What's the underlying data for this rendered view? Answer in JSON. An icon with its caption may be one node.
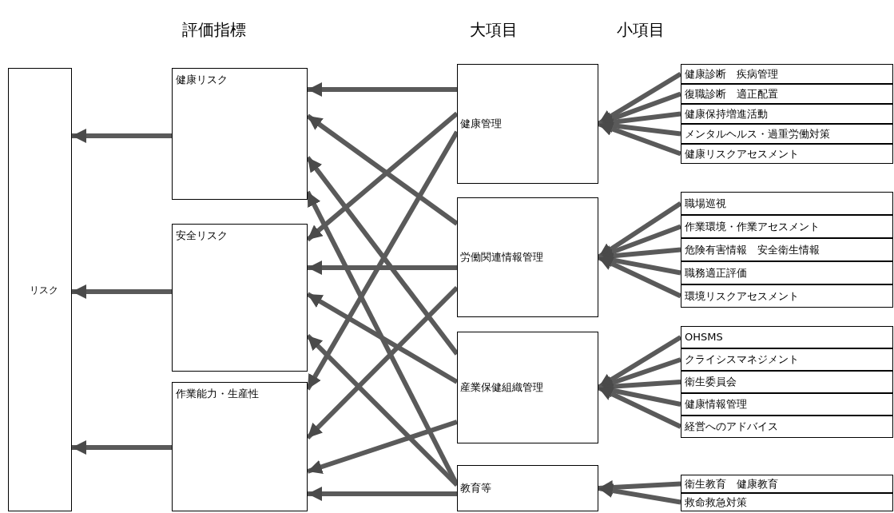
{
  "diagram": {
    "nodes": [
      {
        "text": [
          "リスク"
        ]
      },
      {
        "text": [
          "健康リスク"
        ]
      },
      {
        "text": [
          "安全リスク"
        ]
      },
      {
        "text": [
          "作業能力・生産性"
        ]
      },
      {
        "text": [
          "健康管理"
        ]
      },
      {
        "text": [
          "労働関連情報管理"
        ]
      },
      {
        "text": [
          "産業保健組織管理"
        ]
      },
      {
        "text": [
          "教育等"
        ]
      },
      {
        "text": [
          "健康診断　疾病管理"
        ]
      },
      {
        "text": [
          "復職診断　適正配置"
        ]
      },
      {
        "text": [
          "健康保持増進活動"
        ]
      },
      {
        "text": [
          "メンタルヘルス・過重労働対策"
        ]
      },
      {
        "text": [
          "健康リスクアセスメント"
        ]
      },
      {
        "text": [
          "職場巡視"
        ]
      },
      {
        "text": [
          "作業環境・作業アセスメント"
        ]
      },
      {
        "text": [
          "危険有害情報　安全衛生情報"
        ]
      },
      {
        "text": [
          "職務適正評価"
        ]
      },
      {
        "text": [
          "環境リスクアセスメント"
        ]
      },
      {
        "text": [
          "OHSMS"
        ]
      },
      {
        "text": [
          "クライシスマネジメント"
        ]
      },
      {
        "text": [
          "衛生委員会"
        ]
      },
      {
        "text": [
          "健康情報管理"
        ]
      },
      {
        "text": [
          "経営へのアドバイス"
        ]
      },
      {
        "text": [
          "衛生教育　健康教育"
        ]
      },
      {
        "text": [
          "救命救急対策"
        ]
      }
    ],
    "edges": [
      {
        "from": 1,
        "to": 0,
        "arrow": "to"
      },
      {
        "from": 2,
        "to": 0,
        "arrow": "to"
      },
      {
        "from": 3,
        "to": 0,
        "arrow": "to"
      },
      {
        "from": 4,
        "to": 1,
        "arrow": "to"
      },
      {
        "from": 4,
        "to": 2,
        "arrow": "to"
      },
      {
        "from": 4,
        "to": 3,
        "arrow": "to"
      },
      {
        "from": 5,
        "to": 1,
        "arrow": "to"
      },
      {
        "from": 5,
        "to": 2,
        "arrow": "to"
      },
      {
        "from": 5,
        "to": 3,
        "arrow": "to"
      },
      {
        "from": 6,
        "to": 1,
        "arrow": "to"
      },
      {
        "from": 6,
        "to": 2,
        "arrow": "to"
      },
      {
        "from": 6,
        "to": 3,
        "arrow": "to"
      },
      {
        "from": 7,
        "to": 1,
        "arrow": "to"
      },
      {
        "from": 7,
        "to": 2,
        "arrow": "to"
      },
      {
        "from": 7,
        "to": 3,
        "arrow": "to"
      },
      {
        "from": 8,
        "to": 4,
        "arrow": "to"
      },
      {
        "from": 9,
        "to": 4,
        "arrow": "to"
      },
      {
        "from": 10,
        "to": 4,
        "arrow": "to"
      },
      {
        "from": 11,
        "to": 4,
        "arrow": "to"
      },
      {
        "from": 12,
        "to": 4,
        "arrow": "to"
      },
      {
        "from": 13,
        "to": 5,
        "arrow": "to"
      },
      {
        "from": 14,
        "to": 5,
        "arrow": "to"
      },
      {
        "from": 15,
        "to": 5,
        "arrow": "to"
      },
      {
        "from": 16,
        "to": 5,
        "arrow": "to"
      },
      {
        "from": 17,
        "to": 5,
        "arrow": "to"
      },
      {
        "from": 18,
        "to": 6,
        "arrow": "to"
      },
      {
        "from": 19,
        "to": 6,
        "arrow": "to"
      },
      {
        "from": 20,
        "to": 6,
        "arrow": "to"
      },
      {
        "from": 21,
        "to": 6,
        "arrow": "to"
      },
      {
        "from": 22,
        "to": 6,
        "arrow": "to"
      },
      {
        "from": 23,
        "to": 7,
        "arrow": "to"
      },
      {
        "from": 24,
        "to": 7,
        "arrow": "to"
      }
    ],
    "labels": [
      "評価指標",
      "大項目",
      "小項目"
    ]
  }
}
